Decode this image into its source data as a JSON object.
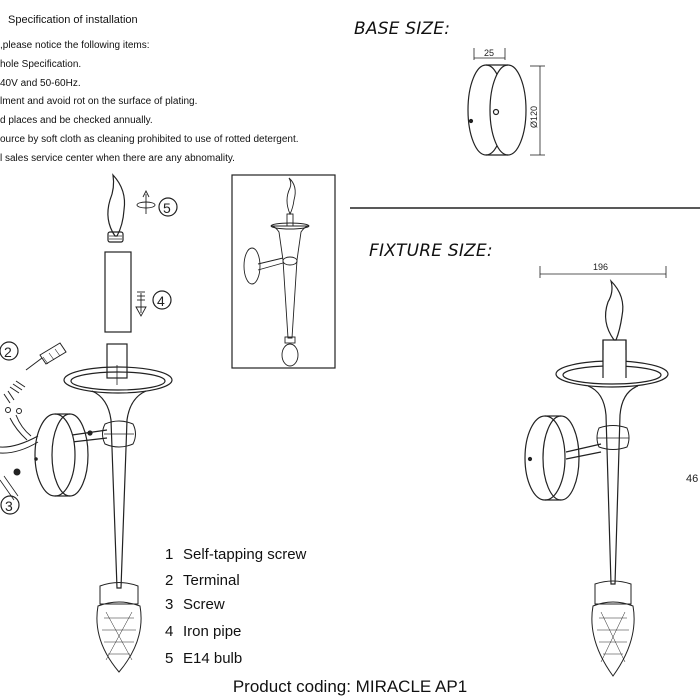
{
  "spec": {
    "title": "Specification of installation",
    "lines": [
      ",please notice the following items:",
      "hole Specification.",
      "40V and 50-60Hz.",
      "lment and avoid rot on the surface of plating.",
      "d places and be checked annually.",
      "ource by soft cloth as cleaning prohibited to use of rotted detergent.",
      "l sales service center when there are any abnomality."
    ]
  },
  "base": {
    "heading": "BASE SIZE:",
    "thickness": "25",
    "diameter": "Ø120"
  },
  "fixture": {
    "heading": "FIXTURE SIZE:",
    "width": "196",
    "height_partial": "46"
  },
  "callouts": [
    "2",
    "3",
    "4",
    "5"
  ],
  "legend": [
    {
      "num": "1",
      "label": "Self-tapping screw"
    },
    {
      "num": "2",
      "label": "Terminal"
    },
    {
      "num": "3",
      "label": "Screw"
    },
    {
      "num": "4",
      "label": "Iron pipe"
    },
    {
      "num": "5",
      "label": "E14 bulb"
    }
  ],
  "product_coding": "Product coding: MIRACLE AP1"
}
